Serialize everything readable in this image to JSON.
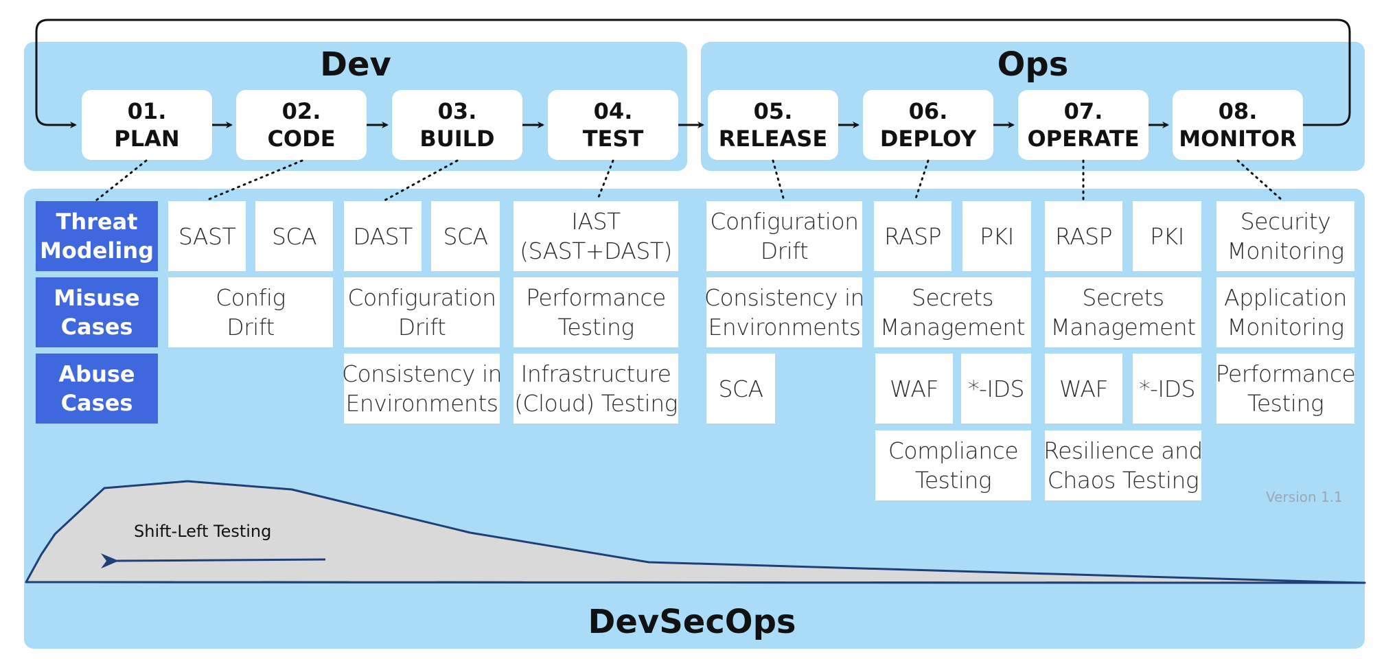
{
  "headers": {
    "dev": "Dev",
    "ops": "Ops"
  },
  "stages": [
    {
      "num": "01.",
      "name": "PLAN"
    },
    {
      "num": "02.",
      "name": "CODE"
    },
    {
      "num": "03.",
      "name": "BUILD"
    },
    {
      "num": "04.",
      "name": "TEST"
    },
    {
      "num": "05.",
      "name": "RELEASE"
    },
    {
      "num": "06.",
      "name": "DEPLOY"
    },
    {
      "num": "07.",
      "name": "OPERATE"
    },
    {
      "num": "08.",
      "name": "MONITOR"
    }
  ],
  "categories": [
    {
      "line1": "Threat",
      "line2": "Modeling"
    },
    {
      "line1": "Misuse",
      "line2": "Cases"
    },
    {
      "line1": "Abuse",
      "line2": "Cases"
    }
  ],
  "practices": {
    "code_sast": "SAST",
    "code_sca": "SCA",
    "code_config_drift": [
      "Config",
      "Drift"
    ],
    "build_dast": "DAST",
    "build_sca": "SCA",
    "build_config_drift": [
      "Configuration",
      "Drift"
    ],
    "build_consistency": [
      "Consistency in",
      "Environments"
    ],
    "test_iast": [
      "IAST",
      "(SAST+DAST)"
    ],
    "test_performance": [
      "Performance",
      "Testing"
    ],
    "test_infrastructure": [
      "Infrastructure",
      "(Cloud) Testing"
    ],
    "release_config_drift": [
      "Configuration",
      "Drift"
    ],
    "release_consistency": [
      "Consistency in",
      "Environments"
    ],
    "release_sca": "SCA",
    "deploy_rasp": "RASP",
    "deploy_pki": "PKI",
    "deploy_secrets": [
      "Secrets",
      "Management"
    ],
    "deploy_waf": "WAF",
    "deploy_ids": "*-IDS",
    "deploy_compliance": [
      "Compliance",
      "Testing"
    ],
    "operate_rasp": "RASP",
    "operate_pki": "PKI",
    "operate_secrets": [
      "Secrets",
      "Management"
    ],
    "operate_waf": "WAF",
    "operate_ids": "*-IDS",
    "operate_resilience": [
      "Resilience and",
      "Chaos Testing"
    ],
    "monitor_security": [
      "Security",
      "Monitoring"
    ],
    "monitor_application": [
      "Application",
      "Monitoring"
    ],
    "monitor_performance": [
      "Performance",
      "Testing"
    ]
  },
  "version": "Version 1.1",
  "shift_left_label": "Shift-Left Testing",
  "footer_title": "DevSecOps",
  "colors": {
    "panel_bg": "#aadcf7",
    "category_bg": "#3f67de",
    "curve_fill": "#d9d9d9",
    "curve_stroke": "#1f3f77"
  }
}
